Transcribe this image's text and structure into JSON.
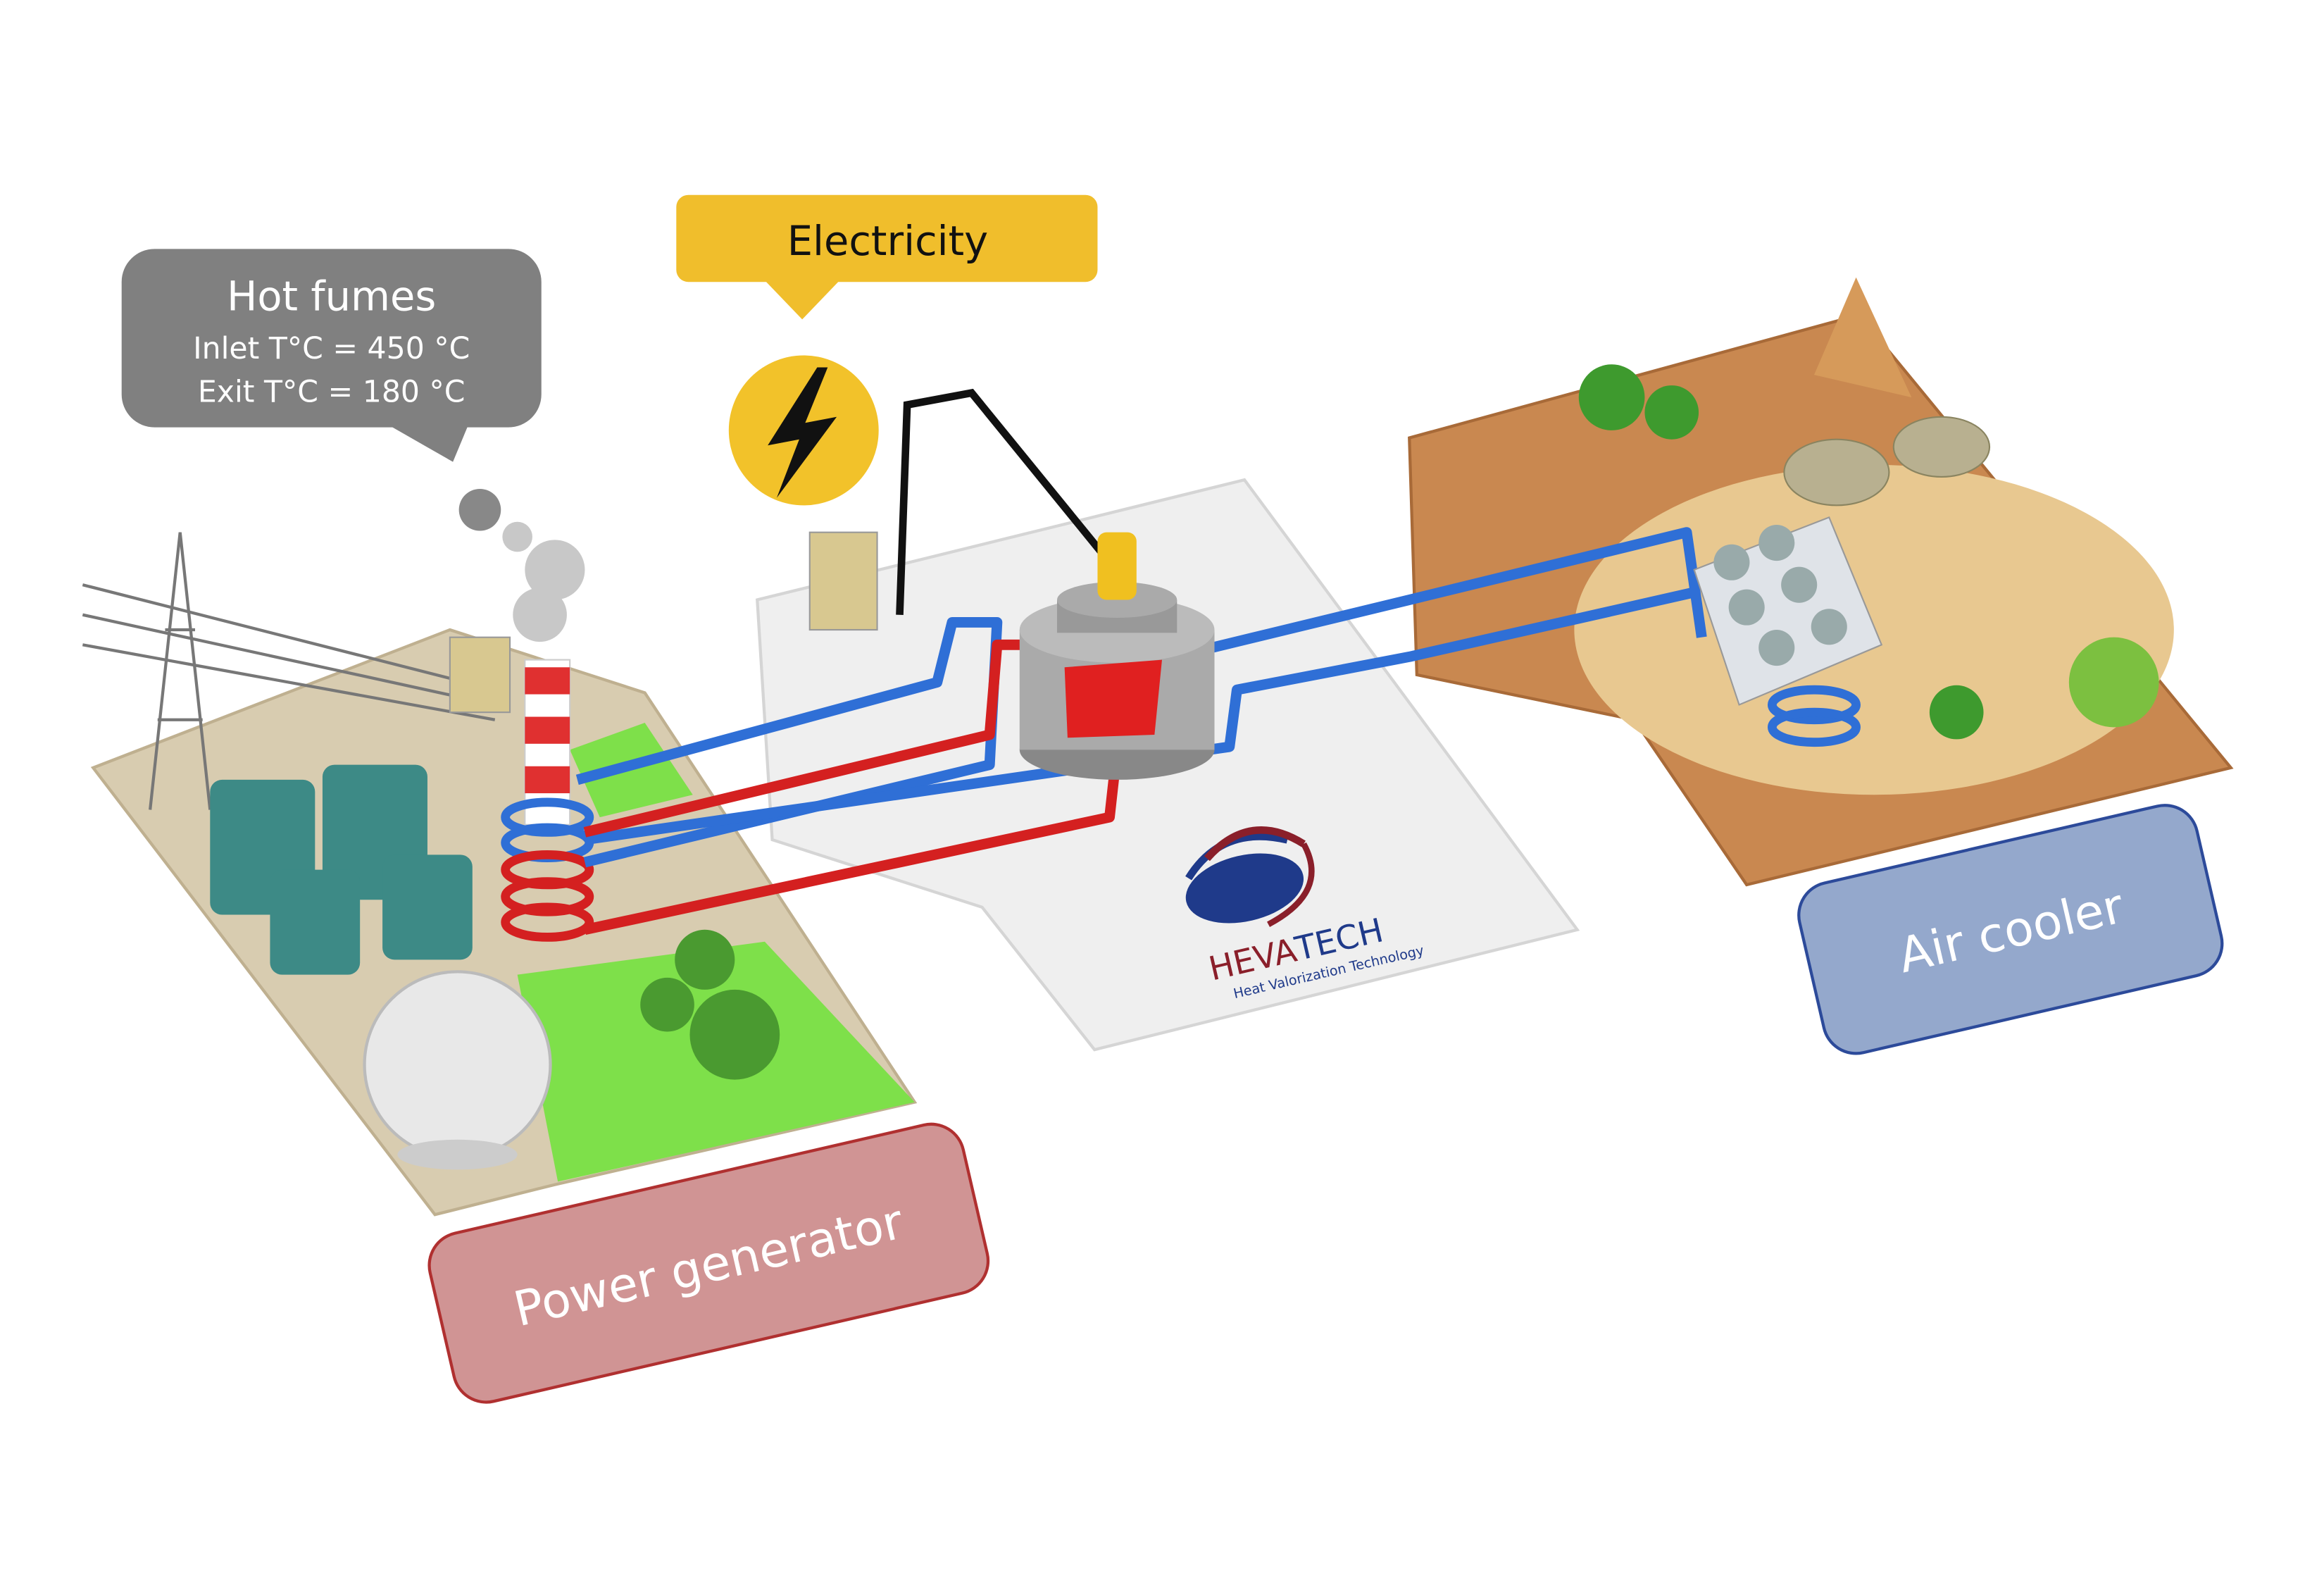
{
  "hot_fumes": {
    "title": "Hot fumes",
    "inlet": "Inlet T°C = 450 °C",
    "exit": "Exit T°C = 180 °C"
  },
  "electricity": {
    "label": "Electricity"
  },
  "power_generator": {
    "label": "Power generator"
  },
  "air_cooler": {
    "label": "Air cooler"
  },
  "logo": {
    "name": "HEVATECH",
    "name_part1": "HEVA",
    "name_part2": "TECH",
    "tagline": "Heat Valorization Technology"
  },
  "colors": {
    "callout_gray": "#808080",
    "electricity_yellow": "#f0be2c",
    "power_red": "#d09494",
    "power_border": "#b03030",
    "cooler_blue": "#94a8cc",
    "cooler_border": "#2c4a9a",
    "pipe_blue": "#2f6fd6",
    "pipe_red": "#d42020"
  }
}
